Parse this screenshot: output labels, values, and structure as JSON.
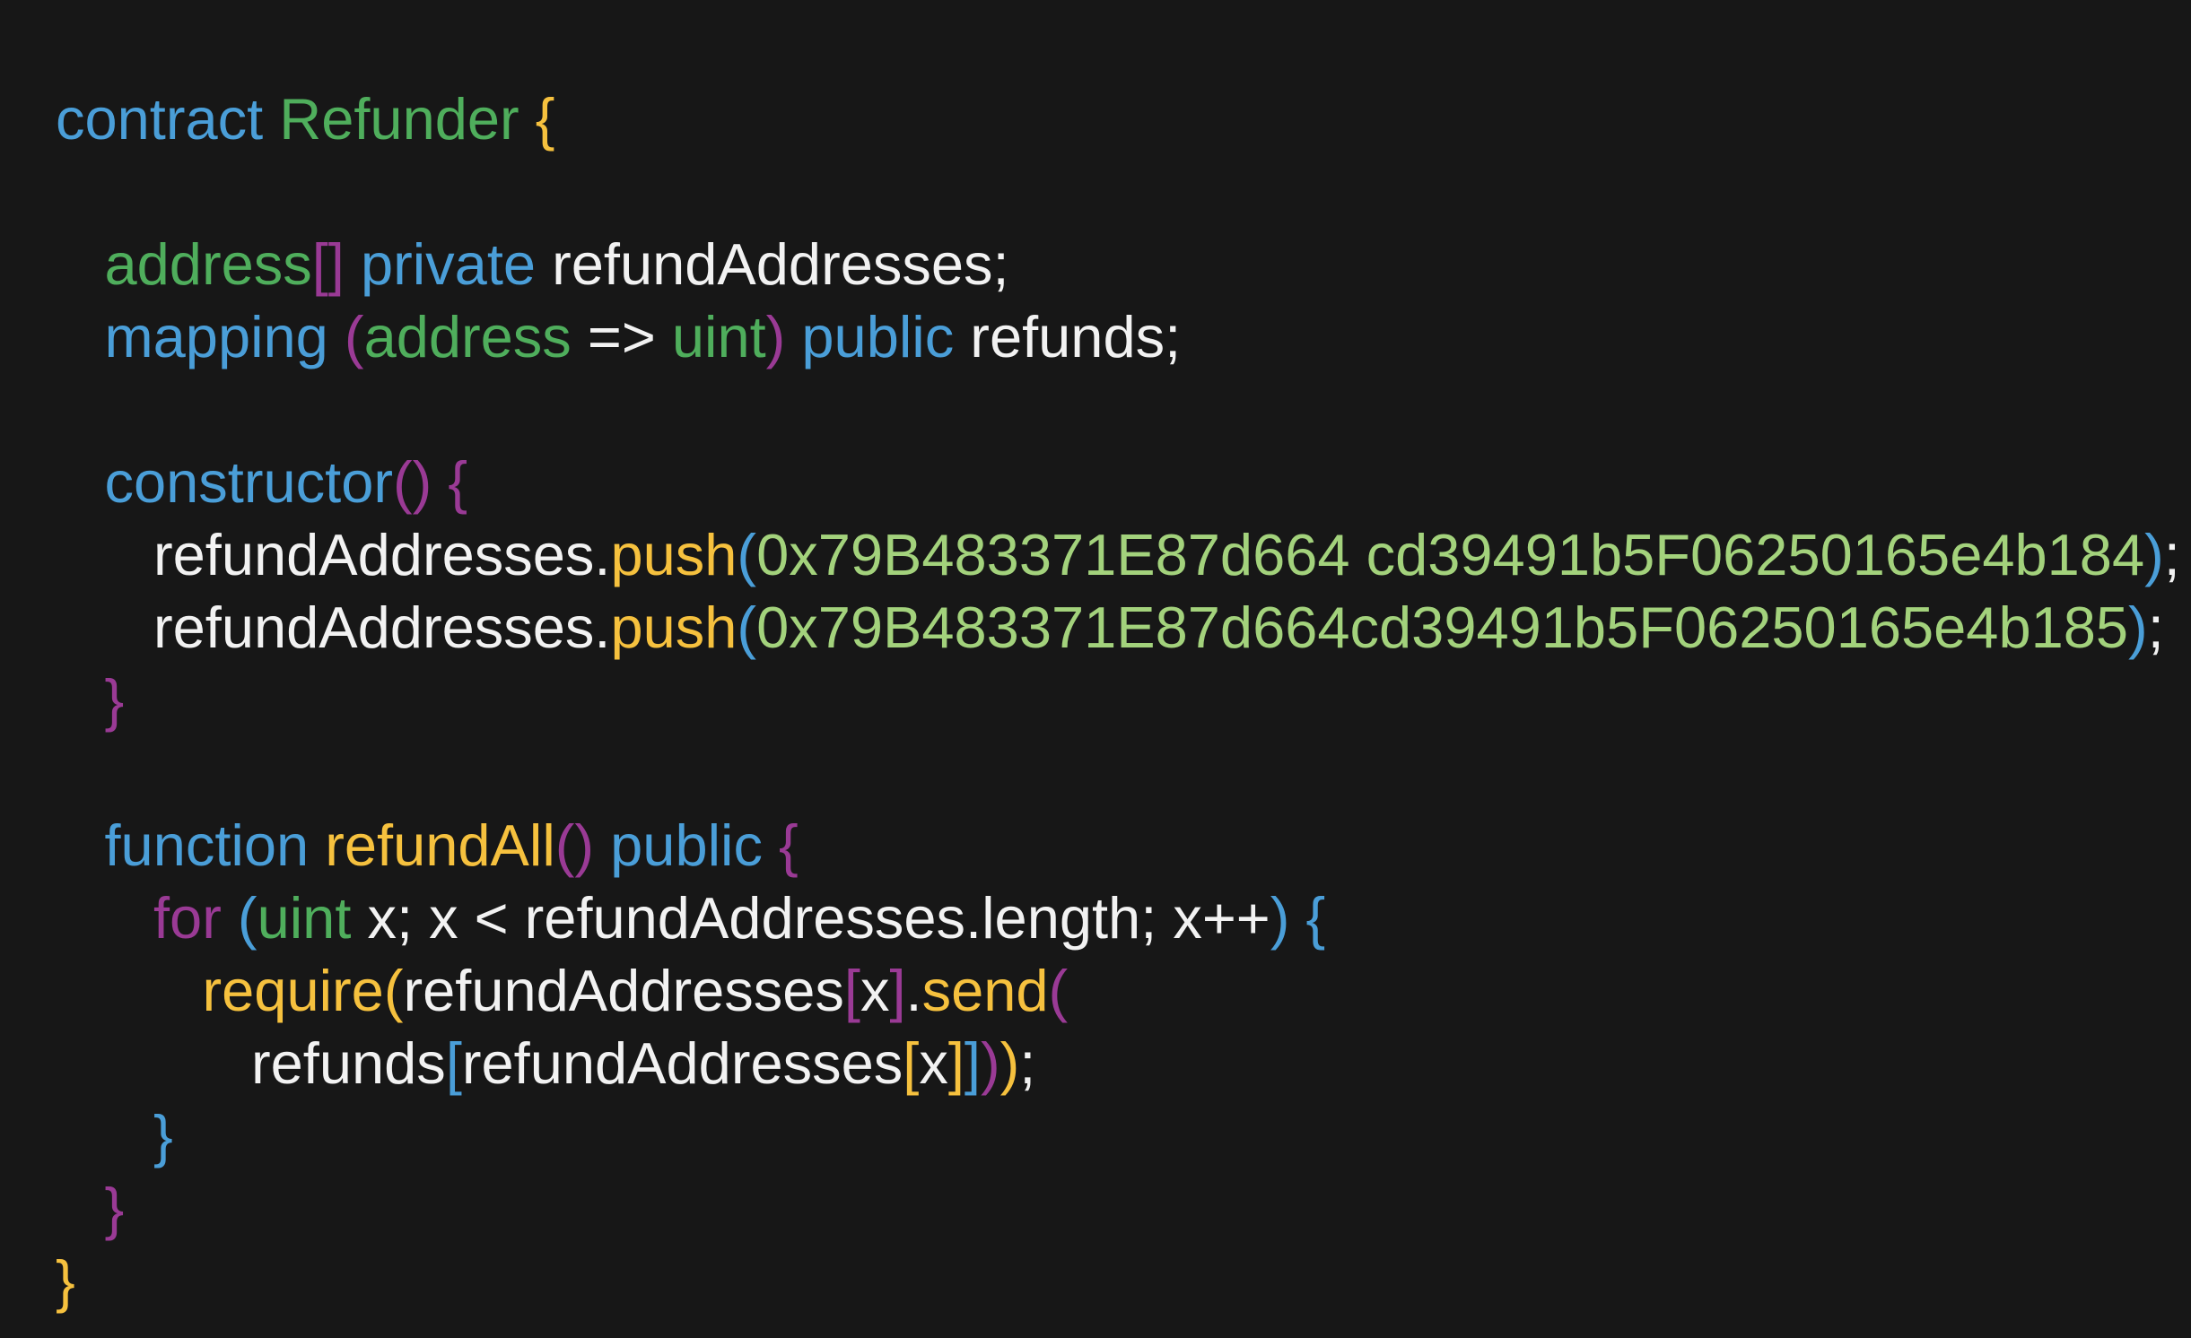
{
  "colors": {
    "background": "#171717",
    "blue": "#4a9ed8",
    "green": "#4fae5c",
    "lightgreen": "#a3d27c",
    "yellow": "#f6c13e",
    "purple": "#9a3a95",
    "white": "#f2f2f2"
  },
  "code": {
    "lines": [
      {
        "indent": 0,
        "tokens": [
          {
            "t": "contract",
            "c": "blue"
          },
          {
            "t": " ",
            "c": "white"
          },
          {
            "t": "Refunder",
            "c": "green"
          },
          {
            "t": " ",
            "c": "white"
          },
          {
            "t": "{",
            "c": "yellow"
          }
        ]
      },
      {
        "indent": 0,
        "tokens": []
      },
      {
        "indent": 1,
        "tokens": [
          {
            "t": "address",
            "c": "green"
          },
          {
            "t": "[]",
            "c": "purple"
          },
          {
            "t": " ",
            "c": "white"
          },
          {
            "t": "private",
            "c": "blue"
          },
          {
            "t": " refundAddresses;",
            "c": "white"
          }
        ]
      },
      {
        "indent": 1,
        "tokens": [
          {
            "t": "mapping",
            "c": "blue"
          },
          {
            "t": " ",
            "c": "white"
          },
          {
            "t": "(",
            "c": "purple"
          },
          {
            "t": "address",
            "c": "green"
          },
          {
            "t": " => ",
            "c": "white"
          },
          {
            "t": "uint",
            "c": "green"
          },
          {
            "t": ")",
            "c": "purple"
          },
          {
            "t": " ",
            "c": "white"
          },
          {
            "t": "public",
            "c": "blue"
          },
          {
            "t": " refunds;",
            "c": "white"
          }
        ]
      },
      {
        "indent": 0,
        "tokens": []
      },
      {
        "indent": 1,
        "tokens": [
          {
            "t": "constructor",
            "c": "blue"
          },
          {
            "t": "()",
            "c": "purple"
          },
          {
            "t": " ",
            "c": "white"
          },
          {
            "t": "{",
            "c": "purple"
          }
        ]
      },
      {
        "indent": 2,
        "tokens": [
          {
            "t": "refundAddresses.",
            "c": "white"
          },
          {
            "t": "push",
            "c": "yellow"
          },
          {
            "t": "(",
            "c": "blue"
          },
          {
            "t": "0x79B483371E87d664 cd39491b5F06250165e4b184",
            "c": "lightgreen"
          },
          {
            "t": ")",
            "c": "blue"
          },
          {
            "t": ";",
            "c": "white"
          }
        ]
      },
      {
        "indent": 2,
        "tokens": [
          {
            "t": "refundAddresses.",
            "c": "white"
          },
          {
            "t": "push",
            "c": "yellow"
          },
          {
            "t": "(",
            "c": "blue"
          },
          {
            "t": "0x79B483371E87d664cd39491b5F06250165e4b185",
            "c": "lightgreen"
          },
          {
            "t": ")",
            "c": "blue"
          },
          {
            "t": ";",
            "c": "white"
          }
        ]
      },
      {
        "indent": 1,
        "tokens": [
          {
            "t": "}",
            "c": "purple"
          }
        ]
      },
      {
        "indent": 0,
        "tokens": []
      },
      {
        "indent": 1,
        "tokens": [
          {
            "t": "function",
            "c": "blue"
          },
          {
            "t": " ",
            "c": "white"
          },
          {
            "t": "refundAll",
            "c": "yellow"
          },
          {
            "t": "()",
            "c": "purple"
          },
          {
            "t": " ",
            "c": "white"
          },
          {
            "t": "public",
            "c": "blue"
          },
          {
            "t": " ",
            "c": "white"
          },
          {
            "t": "{",
            "c": "purple"
          }
        ]
      },
      {
        "indent": 2,
        "tokens": [
          {
            "t": "for",
            "c": "purple"
          },
          {
            "t": " ",
            "c": "white"
          },
          {
            "t": "(",
            "c": "blue"
          },
          {
            "t": "uint",
            "c": "green"
          },
          {
            "t": " x; x < refundAddresses.length; x++",
            "c": "white"
          },
          {
            "t": ")",
            "c": "blue"
          },
          {
            "t": " ",
            "c": "white"
          },
          {
            "t": "{",
            "c": "blue"
          }
        ]
      },
      {
        "indent": 3,
        "tokens": [
          {
            "t": "require",
            "c": "yellow"
          },
          {
            "t": "(",
            "c": "yellow"
          },
          {
            "t": "refundAddresses",
            "c": "white"
          },
          {
            "t": "[",
            "c": "purple"
          },
          {
            "t": "x",
            "c": "white"
          },
          {
            "t": "]",
            "c": "purple"
          },
          {
            "t": ".",
            "c": "white"
          },
          {
            "t": "send",
            "c": "yellow"
          },
          {
            "t": "(",
            "c": "purple"
          }
        ]
      },
      {
        "indent": 4,
        "tokens": [
          {
            "t": "refunds",
            "c": "white"
          },
          {
            "t": "[",
            "c": "blue"
          },
          {
            "t": "refundAddresses",
            "c": "white"
          },
          {
            "t": "[",
            "c": "yellow"
          },
          {
            "t": "x",
            "c": "white"
          },
          {
            "t": "]",
            "c": "yellow"
          },
          {
            "t": "]",
            "c": "blue"
          },
          {
            "t": ")",
            "c": "purple"
          },
          {
            "t": ")",
            "c": "yellow"
          },
          {
            "t": ";",
            "c": "white"
          }
        ]
      },
      {
        "indent": 2,
        "tokens": [
          {
            "t": "}",
            "c": "blue"
          }
        ]
      },
      {
        "indent": 1,
        "tokens": [
          {
            "t": "}",
            "c": "purple"
          }
        ]
      },
      {
        "indent": 0,
        "tokens": [
          {
            "t": "}",
            "c": "yellow"
          }
        ]
      }
    ]
  }
}
